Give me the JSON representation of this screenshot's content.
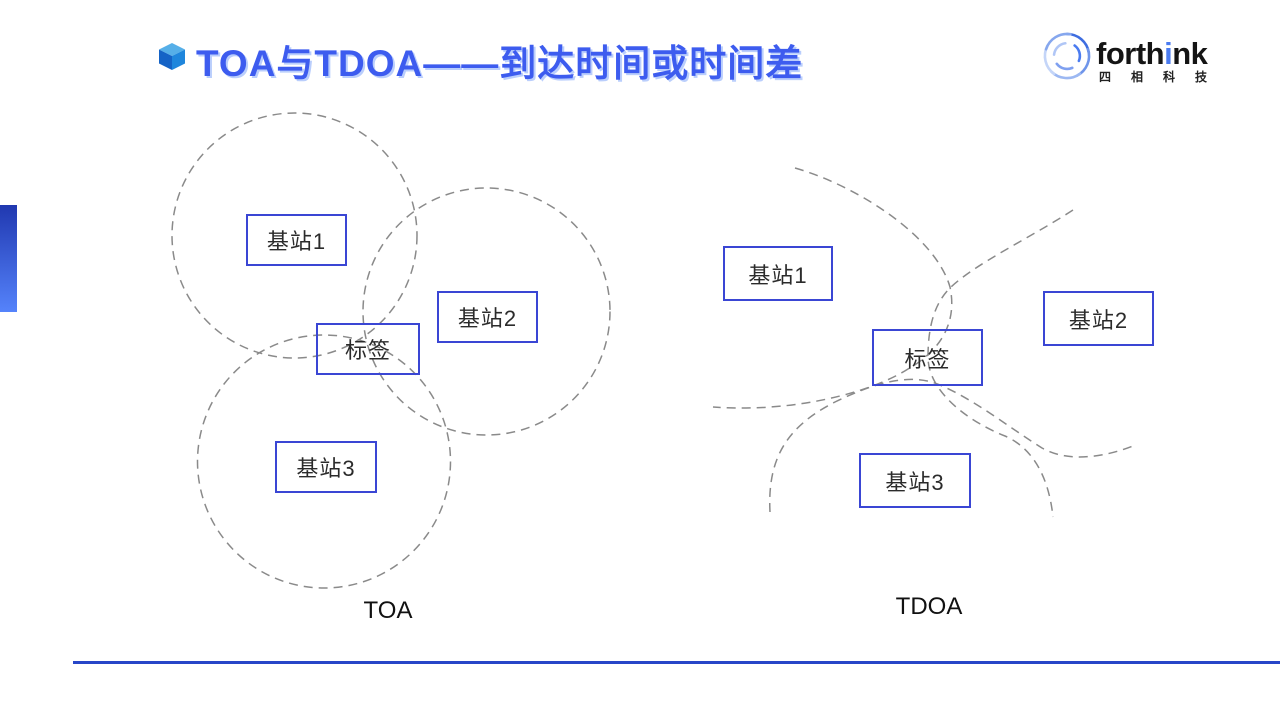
{
  "slide": {
    "title": "TOA与TDOA——到达时间或时间差"
  },
  "logo": {
    "brand_pre": "forth",
    "brand_accent": "i",
    "brand_post": "nk",
    "subtitle": "四相科技"
  },
  "figures": {
    "toa": {
      "caption": "TOA",
      "boxes": [
        {
          "label": "基站1"
        },
        {
          "label": "基站2"
        },
        {
          "label": "标签"
        },
        {
          "label": "基站3"
        }
      ]
    },
    "tdoa": {
      "caption": "TDOA",
      "boxes": [
        {
          "label": "基站1"
        },
        {
          "label": "基站2"
        },
        {
          "label": "标签"
        },
        {
          "label": "基站3"
        }
      ]
    }
  },
  "colors": {
    "title_blue": "#3D5CEF",
    "box_border": "#3A46D4",
    "dash_gray": "#8A8A8A",
    "accent_bar_top": "#2038B0",
    "accent_bar_bottom": "#5583FB",
    "logo_accent": "#4A7BF0",
    "bottom_rule": "#2746C8"
  }
}
